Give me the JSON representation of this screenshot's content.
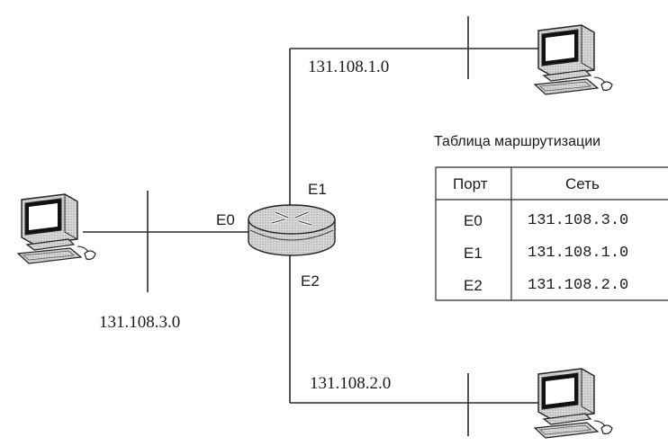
{
  "networks": {
    "top": "131.108.1.0",
    "left": "131.108.3.0",
    "bottom": "131.108.2.0"
  },
  "router": {
    "ports": {
      "e0": "E0",
      "e1": "E1",
      "e2": "E2"
    }
  },
  "routing_table": {
    "title": "Таблица маршрутизации",
    "headers": [
      "Порт",
      "Сеть"
    ],
    "rows": [
      {
        "port": "E0",
        "network": "131.108.3.0"
      },
      {
        "port": "E1",
        "network": "131.108.1.0"
      },
      {
        "port": "E2",
        "network": "131.108.2.0"
      }
    ]
  },
  "icons": [
    "computer-icon",
    "router-icon"
  ]
}
